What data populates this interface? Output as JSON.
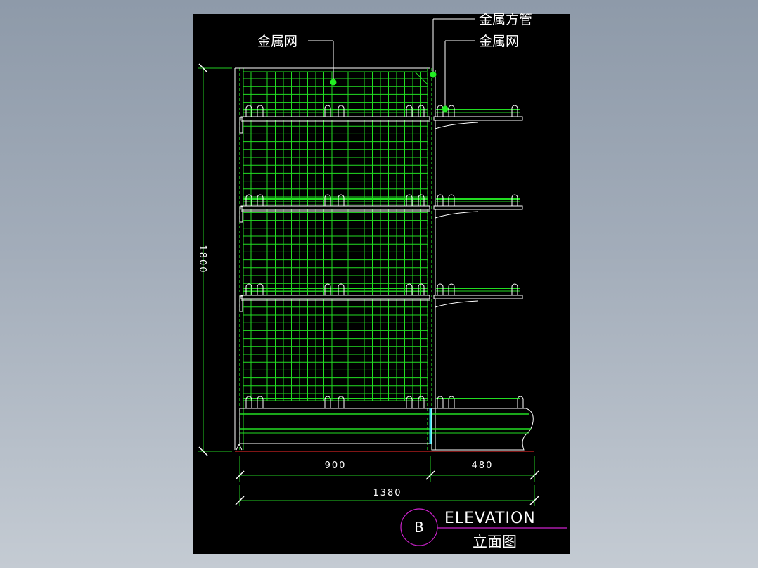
{
  "drawing": {
    "labels": {
      "mesh_left": "金属网",
      "square_tube": "金属方管",
      "mesh_right": "金属网"
    },
    "dimensions": {
      "height": "1800",
      "main_width": "900",
      "side_width": "480",
      "total_width": "1380"
    },
    "title_block": {
      "marker": "B",
      "title": "ELEVATION",
      "subtitle": "立面图"
    }
  },
  "colors": {
    "background": "#000000",
    "mesh": "#22dd22",
    "outline": "#ffffff",
    "dimension": "#22cc22",
    "annotation_text": "#ffffff",
    "title_text": "#ffffff",
    "title_line": "#cc22cc",
    "ground_line": "#cc2222",
    "tube_cyan": "#33ddee"
  }
}
